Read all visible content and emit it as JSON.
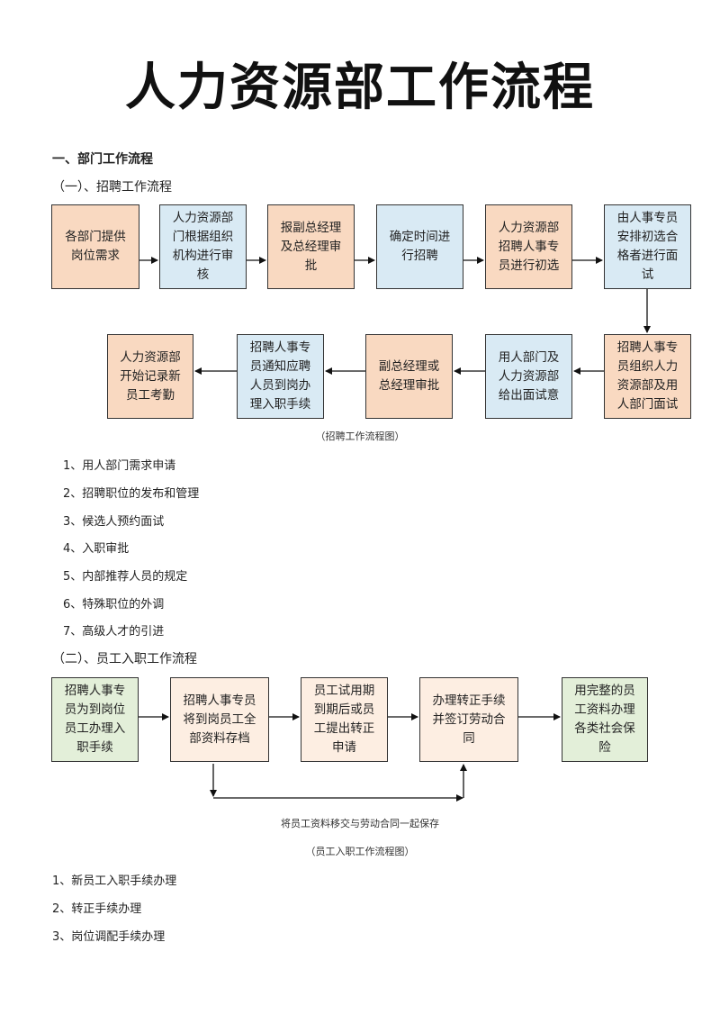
{
  "title": "人力资源部工作流程",
  "section1": {
    "heading": "一、部门工作流程",
    "sub1": "（一）、招聘工作流程",
    "row1": [
      "各部门提供岗位需求",
      "人力资源部门根据组织机构进行审核",
      "报副总经理及总经理审批",
      "确定时间进行招聘",
      "人力资源部招聘人事专员进行初选",
      "由人事专员安排初选合格者进行面试"
    ],
    "row2": [
      "人力资源部开始记录新员工考勤",
      "招聘人事专员通知应聘人员到岗办理入职手续",
      "副总经理或总经理审批",
      "用人部门及人力资源部给出面试意",
      "招聘人事专员组织人力资源部及用人部门面试"
    ],
    "caption": "（招聘工作流程图）",
    "items": [
      "1、用人部门需求申请",
      "2、招聘职位的发布和管理",
      "3、候选人预约面试",
      "4、入职审批",
      "5、内部推荐人员的规定",
      "6、特殊职位的外调",
      "7、高级人才的引进"
    ],
    "sub2": "（二）、员工入职工作流程",
    "row3": [
      "招聘人事专员为到岗位员工办理入职手续",
      "招聘人事专员将到岗员工全部资料存档",
      "员工试用期到期后或员工提出转正申请",
      "办理转正手续并签订劳动合同",
      "用完整的员工资料办理各类社会保险"
    ],
    "note": "将员工资料移交与劳动合同一起保存",
    "caption2": "（员工入职工作流程图）",
    "items2": [
      "1、新员工入职手续办理",
      "2、转正手续办理",
      "3、岗位调配手续办理"
    ]
  }
}
